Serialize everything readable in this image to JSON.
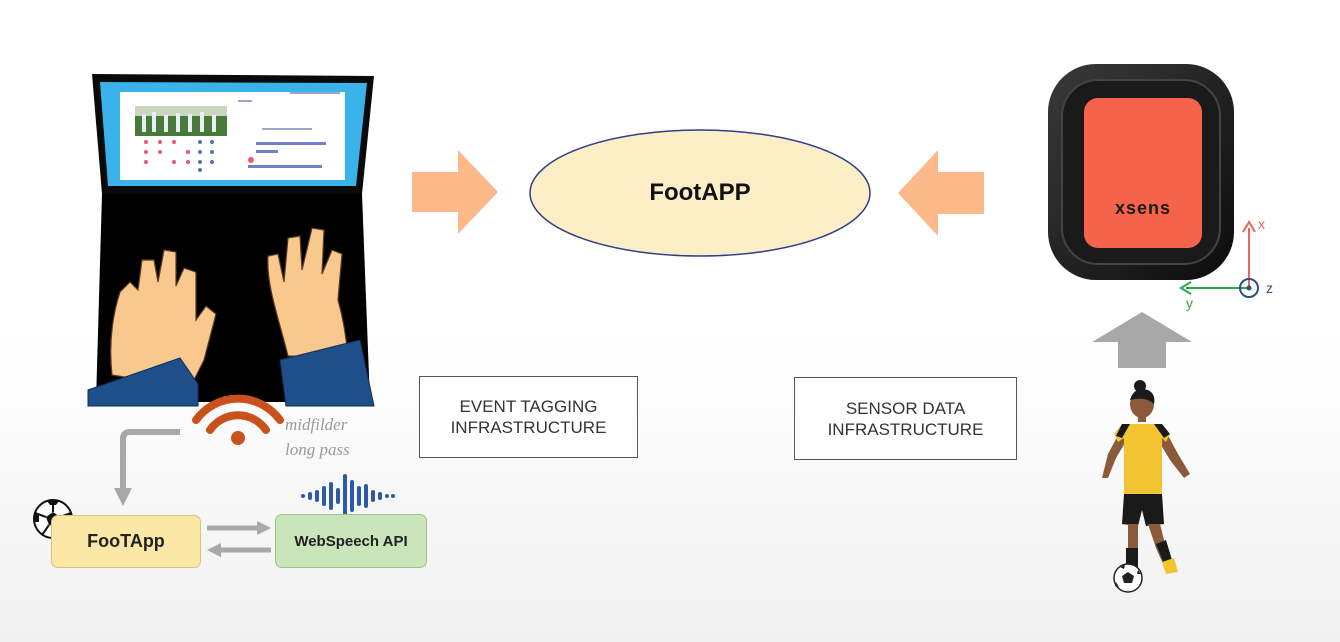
{
  "center_node": {
    "label": "FootAPP"
  },
  "event_tagging": {
    "label": "EVENT TAGGING\nINFRASTRUCTURE"
  },
  "sensor_data": {
    "label": "SENSOR DATA\nINFRASTRUCTURE"
  },
  "voice_command": {
    "text": "midfilder\nlong pass"
  },
  "app_node": {
    "label": "FooTApp"
  },
  "speech_node": {
    "label": "WebSpeech API"
  },
  "sensor_device": {
    "brand": "xsens"
  },
  "axes": {
    "x": "x",
    "y": "y",
    "z": "z"
  },
  "colors": {
    "arrow_orange": "#fdb98a",
    "arrow_gray": "#a8a8a8",
    "oval_fill": "#fcefc8",
    "oval_stroke": "#2f3d8a",
    "app_fill": "#fbe8a6",
    "api_fill": "#c9e5b9",
    "wifi": "#c9511c",
    "sensor_orange": "#f5634a",
    "axis_x": "#e8665a",
    "axis_y": "#2aa84a",
    "axis_z": "#2c4f86",
    "soundwave": "#2d5aa8"
  }
}
